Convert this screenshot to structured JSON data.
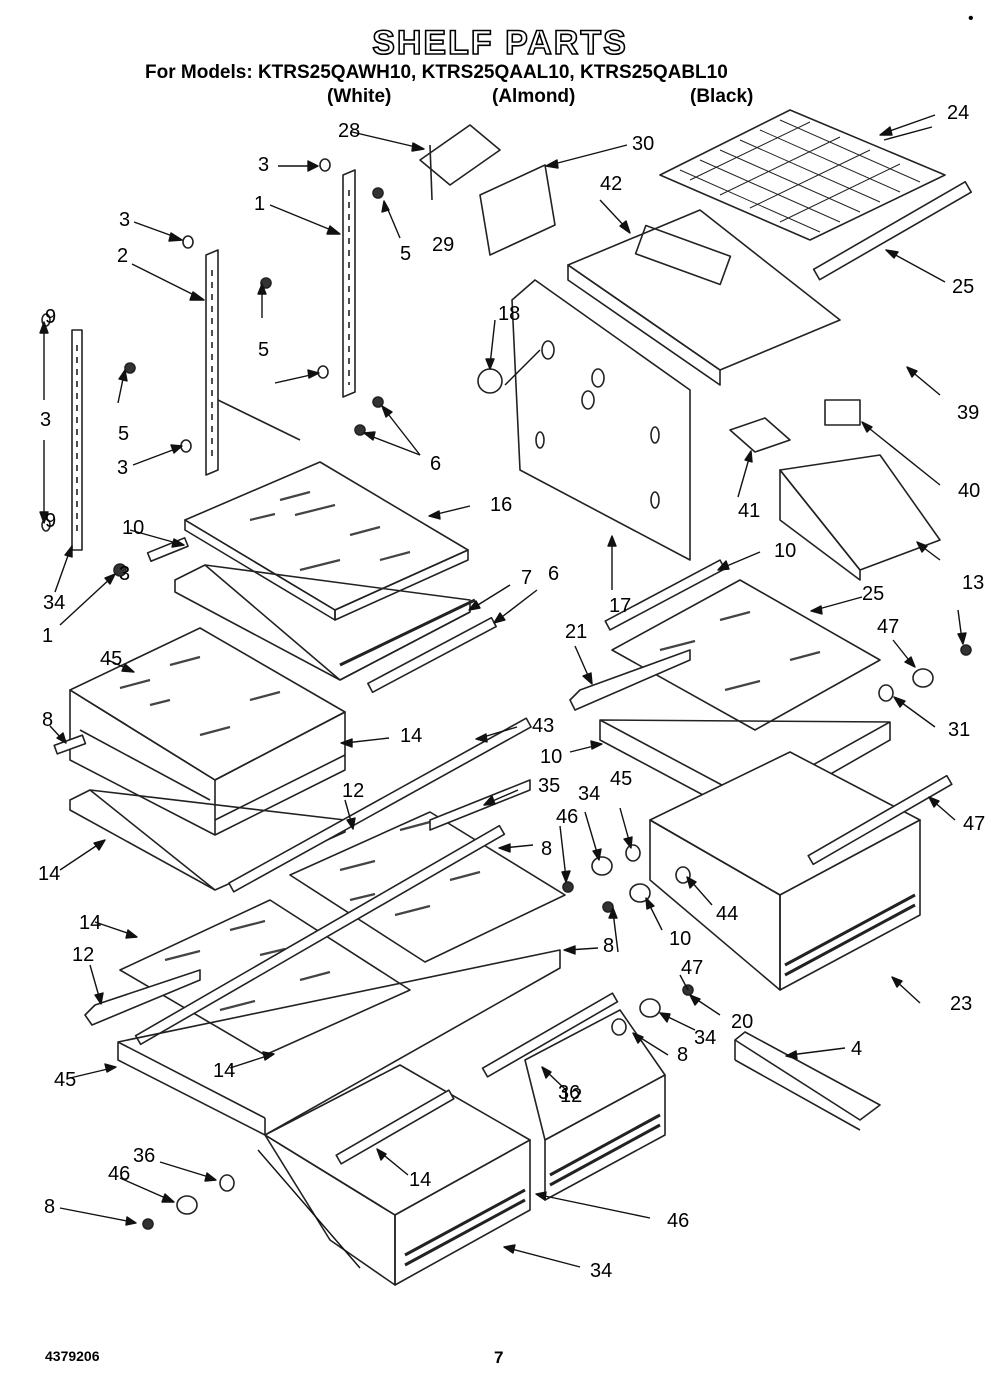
{
  "header": {
    "title": "SHELF PARTS",
    "subtitle": "For Models: KTRS25QAWH10, KTRS25QAAL10, KTRS25QABL10",
    "variants": [
      "(White)",
      "(Almond)",
      "(Black)"
    ]
  },
  "footer": {
    "doc_number": "4379206",
    "page_number": "7"
  },
  "callouts": [
    "28",
    "3",
    "30",
    "24",
    "1",
    "5",
    "42",
    "29",
    "3",
    "2",
    "5",
    "25",
    "18",
    "9",
    "3",
    "5",
    "39",
    "3",
    "6",
    "41",
    "40",
    "3",
    "9",
    "16",
    "10",
    "13",
    "17",
    "7",
    "10",
    "34",
    "1",
    "6",
    "25",
    "45",
    "21",
    "47",
    "8",
    "31",
    "14",
    "43",
    "10",
    "12",
    "35",
    "47",
    "46",
    "34",
    "8",
    "45",
    "14",
    "44",
    "14",
    "10",
    "8",
    "12",
    "47",
    "23",
    "20",
    "34",
    "8",
    "4",
    "14",
    "45",
    "12",
    "46",
    "36",
    "14",
    "46",
    "8",
    "34",
    "36"
  ]
}
